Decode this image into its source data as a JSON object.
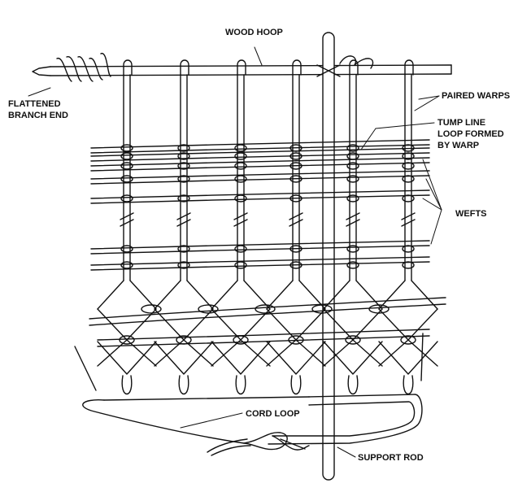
{
  "labels": {
    "wood_hoop": "WOOD HOOP",
    "paired_warps": "PAIRED WARPS",
    "flattened_1": "FLATTENED",
    "flattened_2": "BRANCH END",
    "tump_1": "TUMP LINE",
    "tump_2": "LOOP FORMED",
    "tump_3": "BY WARP",
    "wefts": "WEFTS",
    "cord_loop": "CORD LOOP",
    "support_rod": "SUPPORT ROD"
  },
  "colors": {
    "ink": "#111111",
    "paper": "#ffffff"
  }
}
